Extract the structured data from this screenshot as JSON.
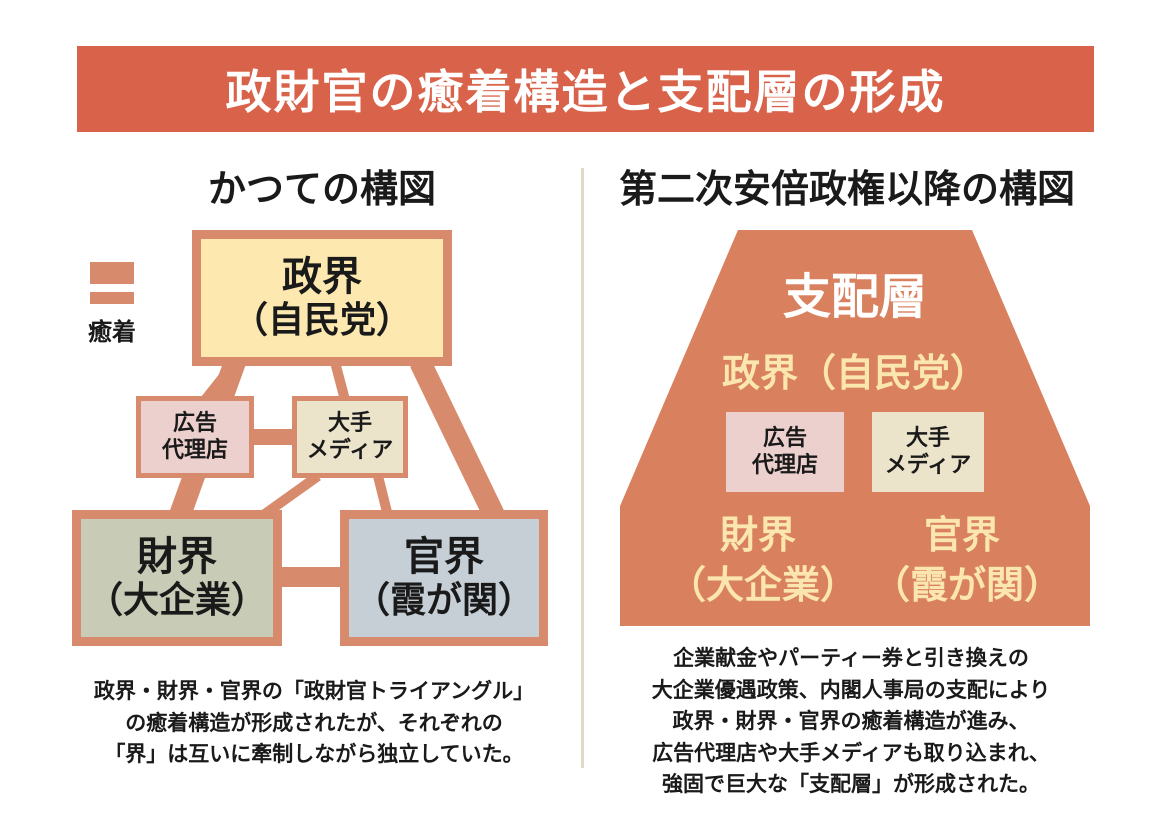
{
  "title": "政財官の癒着構造と支配層の形成",
  "colors": {
    "banner": "#d9624a",
    "connector": "#d88a6c",
    "seikai_box": "#fde8b0",
    "zaikai_box": "#c8cbb6",
    "kankai_box": "#c6cfd6",
    "ad_box": "#ecd0cd",
    "media_box": "#ece3cb",
    "pyramid": "#d9805f",
    "pyramid_text": "#fbe6b0"
  },
  "left": {
    "heading": "かつての構図",
    "legend": {
      "label": "癒着"
    },
    "seikai": {
      "name": "政界",
      "sub": "（自民党）"
    },
    "zaikai": {
      "name": "財界",
      "sub": "（大企業）"
    },
    "kankai": {
      "name": "官界",
      "sub": "（霞が関）"
    },
    "ad_agency": {
      "line1": "広告",
      "line2": "代理店"
    },
    "media": {
      "line1": "大手",
      "line2": "メディア"
    },
    "caption": [
      "政界・財界・官界の「政財官トライアングル」",
      "の癒着構造が形成されたが、それぞれの",
      "「界」は互いに牽制しながら独立していた。"
    ]
  },
  "right": {
    "heading": "第二次安倍政権以降の構図",
    "ruling_layer": "支配層",
    "seikai": "政界（自民党）",
    "ad_agency": {
      "line1": "広告",
      "line2": "代理店"
    },
    "media": {
      "line1": "大手",
      "line2": "メディア"
    },
    "zaikai": {
      "name": "財界",
      "sub": "（大企業）"
    },
    "kankai": {
      "name": "官界",
      "sub": "（霞が関）"
    },
    "caption": [
      "企業献金やパーティー券と引き換えの",
      "大企業優遇政策、内閣人事局の支配により",
      "政界・財界・官界の癒着構造が進み、",
      "広告代理店や大手メディアも取り込まれ、",
      "強固で巨大な「支配層」が形成された。"
    ]
  }
}
